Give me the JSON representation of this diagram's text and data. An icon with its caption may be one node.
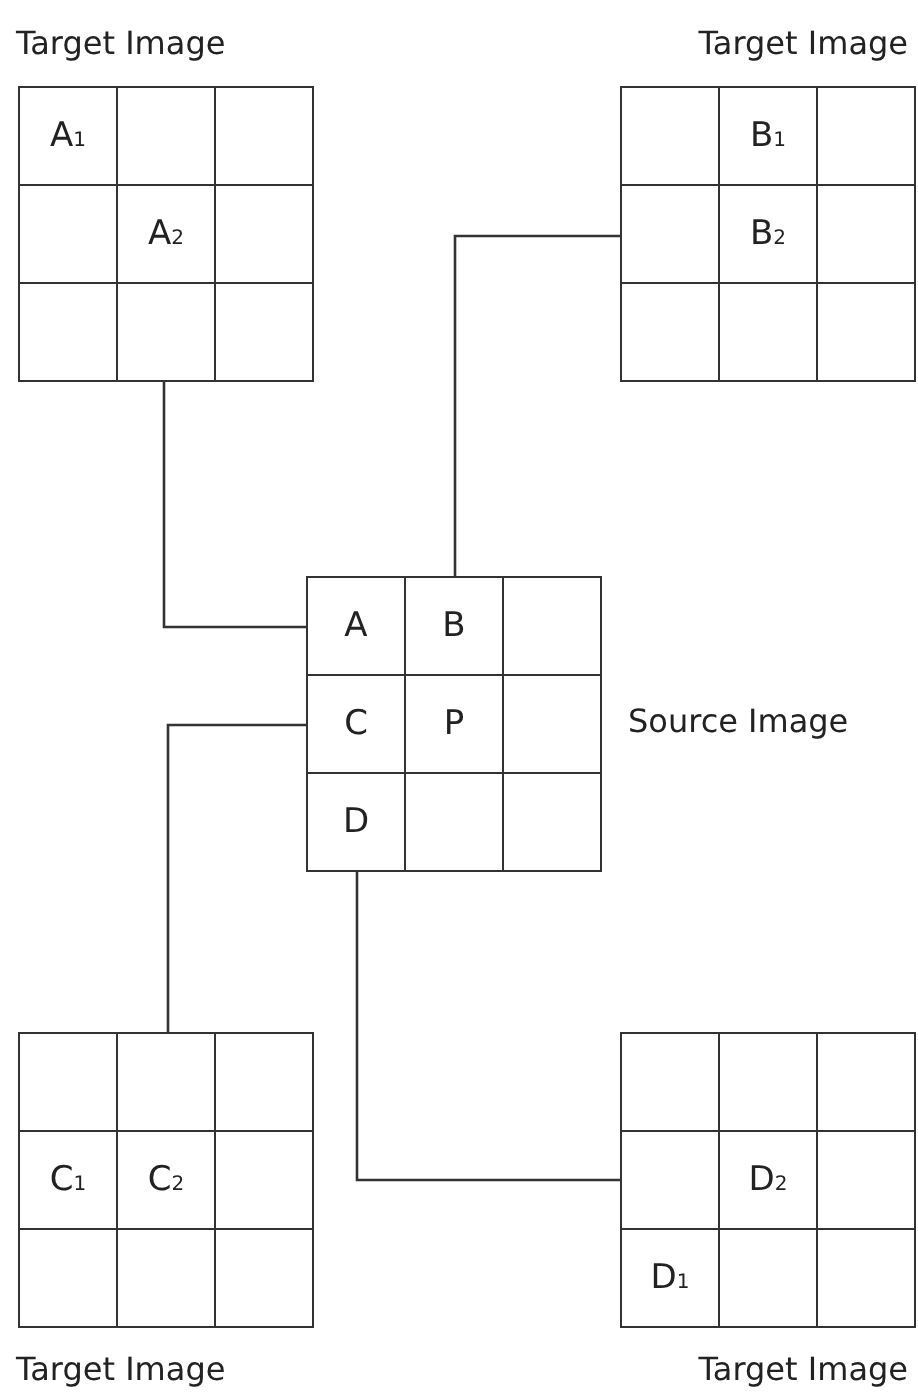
{
  "diagram": {
    "nodes": [
      {
        "text": [
          "Target Image"
        ]
      },
      {
        "text": [
          "A$_{1}$"
        ],
        "in": 0
      },
      {
        "text": [
          "A$_{2}$"
        ],
        "in": 0
      },
      {
        "text": [
          "Target Image"
        ]
      },
      {
        "text": [
          "B$_{1}$"
        ],
        "in": 3
      },
      {
        "text": [
          "B$_{2}$"
        ],
        "in": 3
      },
      {
        "text": [
          "Source Image"
        ]
      },
      {
        "text": [
          "A"
        ],
        "in": 6
      },
      {
        "text": [
          "B"
        ],
        "in": 6
      },
      {
        "text": [
          "C"
        ],
        "in": 6
      },
      {
        "text": [
          "P"
        ],
        "in": 6
      },
      {
        "text": [
          "D"
        ],
        "in": 6
      },
      {
        "text": [
          "Target Image"
        ]
      },
      {
        "text": [
          "C$_{1}$"
        ],
        "in": 12
      },
      {
        "text": [
          "C$_{2}$"
        ],
        "in": 12
      },
      {
        "text": [
          "Target Image"
        ]
      },
      {
        "text": [
          "D$_{2}$"
        ],
        "in": 15
      },
      {
        "text": [
          "D$_{1}$"
        ],
        "in": 15
      }
    ],
    "edges": [
      {
        "from": 7,
        "to": 0,
        "arrow": "none"
      },
      {
        "from": 8,
        "to": 3,
        "arrow": "none"
      },
      {
        "from": 9,
        "to": 12,
        "arrow": "none"
      },
      {
        "from": 11,
        "to": 15,
        "arrow": "none"
      }
    ]
  }
}
